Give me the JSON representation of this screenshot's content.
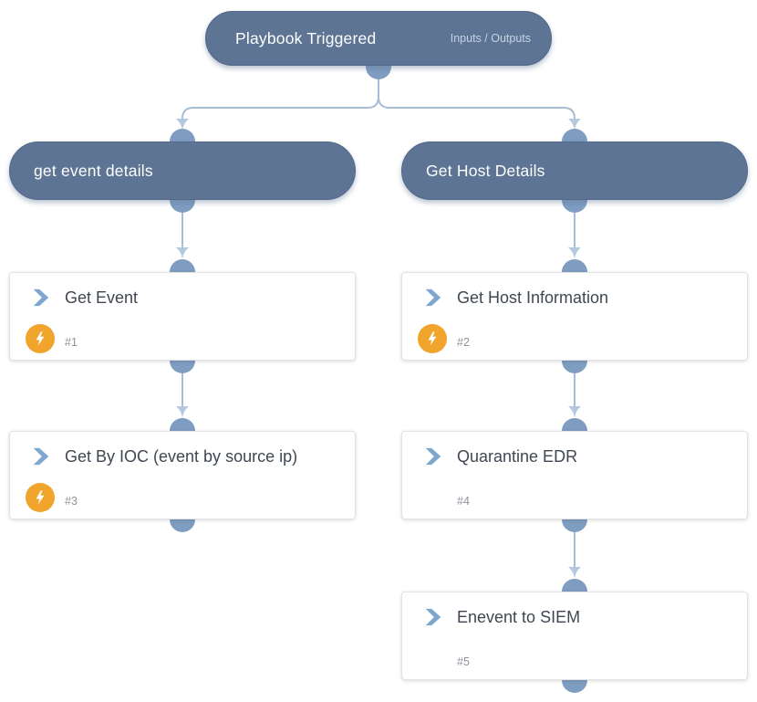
{
  "trigger": {
    "title": "Playbook Triggered",
    "io_label": "Inputs / Outputs"
  },
  "sections": [
    {
      "title": "get event details"
    },
    {
      "title": "Get Host Details"
    }
  ],
  "tasks": [
    {
      "title": "Get Event",
      "id": "#1",
      "icons": [
        "task-chevron-icon",
        "automation-lightning-icon"
      ]
    },
    {
      "title": "Get Host Information",
      "id": "#2",
      "icons": [
        "task-chevron-icon",
        "automation-lightning-icon"
      ]
    },
    {
      "title": "Get By IOC (event by source ip)",
      "id": "#3",
      "icons": [
        "task-chevron-icon",
        "automation-lightning-icon"
      ]
    },
    {
      "title": "Quarantine EDR",
      "id": "#4",
      "icons": [
        "task-chevron-icon"
      ]
    },
    {
      "title": "Enevent to SIEM",
      "id": "#5",
      "icons": [
        "task-chevron-icon"
      ]
    }
  ],
  "colors": {
    "node_fill": "#5d7494",
    "node_text": "#ffffff",
    "node_subtext": "#c9d4e1",
    "port": "#7e9dc1",
    "connector_line": "#a6bdd7",
    "arrowhead": "#b4c9de",
    "card_border": "#e2e2e2",
    "card_title_text": "#3f4852",
    "task_number_text": "#8d939b",
    "chevron_icon": "#7ea6ce",
    "automation_icon_bg": "#f0a42c",
    "automation_icon_glyph": "#ffffff"
  }
}
